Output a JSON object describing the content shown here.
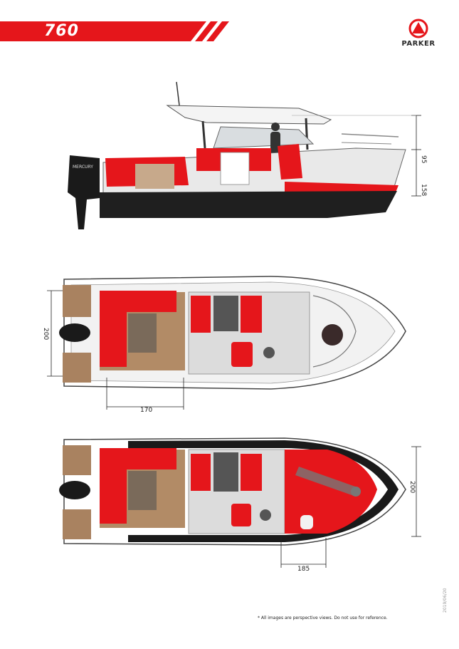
{
  "header": {
    "model": "760",
    "brand": "PARKER",
    "accent_color": "#e5161b"
  },
  "side_view": {
    "engine_label": "MERCURY",
    "dims": {
      "upper": "95",
      "lower": "158"
    }
  },
  "top_view_open": {
    "dims": {
      "width": "200",
      "length": "170"
    }
  },
  "top_view_cabin": {
    "dims": {
      "width": "200",
      "length": "185"
    }
  },
  "footer": {
    "note": "* All images are perspective views. Do not use for reference.",
    "date": "2019/06/20"
  }
}
